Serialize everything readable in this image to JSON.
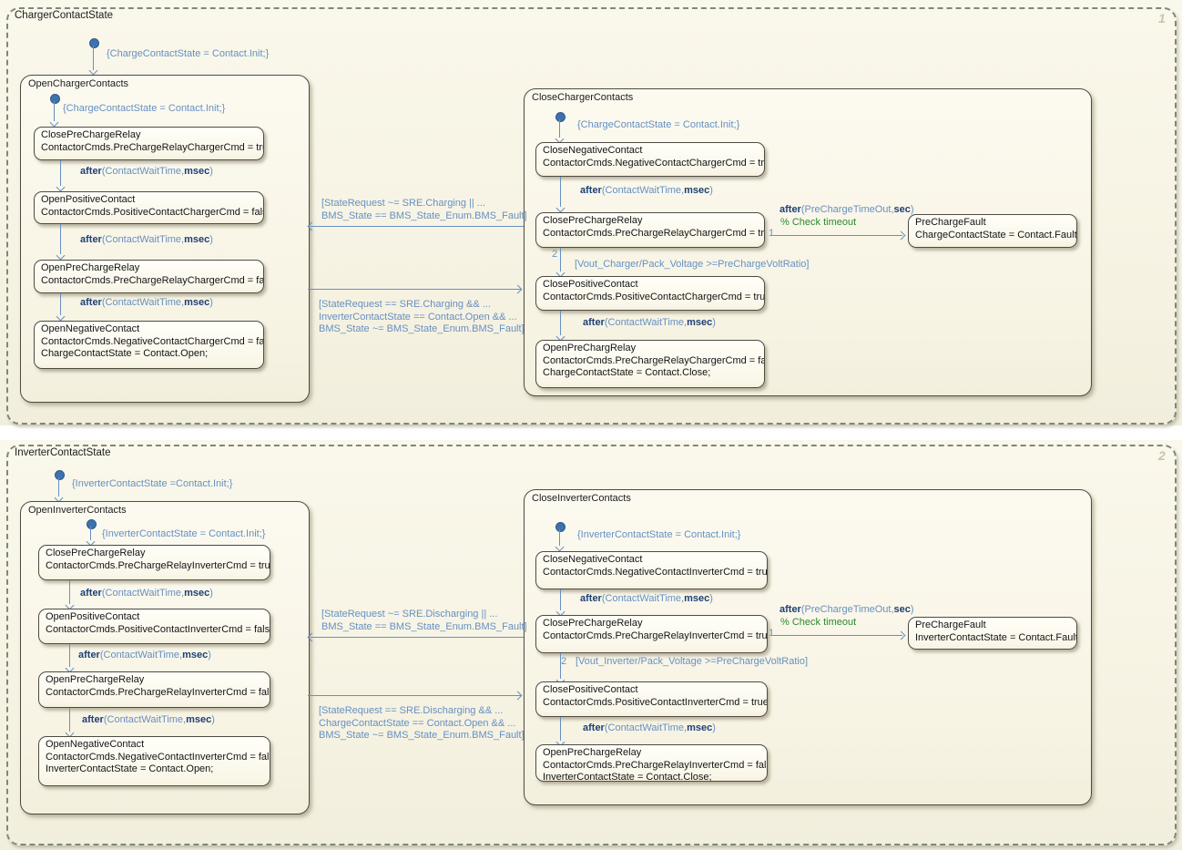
{
  "shared": {
    "after_wait": [
      "after",
      "(ContactWaitTime,",
      "msec",
      ")"
    ],
    "after_timeout": [
      "after",
      "(PreChargeTimeOut,",
      "sec",
      ")"
    ],
    "timeout_comment": "% Check timeout"
  },
  "charger": {
    "label": "ChargerContactState",
    "badge": "1",
    "init": "{ChargeContactState = Contact.Init;}",
    "open": {
      "label": "OpenChargerContacts",
      "init": "{ChargeContactState = Contact.Init;}",
      "states": [
        {
          "title": "ClosePreChargeRelay",
          "l1": "ContactorCmds.PreChargeRelayChargerCmd = true;"
        },
        {
          "title": "OpenPositiveContact",
          "l1": "ContactorCmds.PositiveContactChargerCmd = false;"
        },
        {
          "title": "OpenPreChargeRelay",
          "l1": "ContactorCmds.PreChargeRelayChargerCmd = false;"
        },
        {
          "title": "OpenNegativeContact",
          "l1": "ContactorCmds.NegativeContactChargerCmd = false;",
          "l2": "ChargeContactState = Contact.Open;"
        }
      ]
    },
    "close": {
      "label": "CloseChargerContacts",
      "init": "{ChargeContactState = Contact.Init;}",
      "states": [
        {
          "title": "CloseNegativeContact",
          "l1": "ContactorCmds.NegativeContactChargerCmd = true;"
        },
        {
          "title": "ClosePreChargeRelay",
          "l1": "ContactorCmds.PreChargeRelayChargerCmd = true;"
        },
        {
          "title": "ClosePositiveContact",
          "l1": "ContactorCmds.PositiveContactChargerCmd = true;"
        },
        {
          "title": "OpenPreChargRelay",
          "l1": "ContactorCmds.PreChargeRelayChargerCmd = false;",
          "l2": "ChargeContactState = Contact.Close;"
        }
      ],
      "order_fault": "1",
      "order_volt": "2",
      "volt_guard": "[Vout_Charger/Pack_Voltage >=PreChargeVoltRatio]"
    },
    "fault_state": {
      "title": "PreChargeFault",
      "l1": "ChargeContactState = Contact.Fault;"
    },
    "guard_to_open": [
      "[StateRequest ~= SRE.Charging || ...",
      "BMS_State == BMS_State_Enum.BMS_Fault]"
    ],
    "guard_to_close": [
      "[StateRequest == SRE.Charging && ...",
      "InverterContactState == Contact.Open && ...",
      "BMS_State ~= BMS_State_Enum.BMS_Fault]"
    ]
  },
  "inverter": {
    "label": "InverterContactState",
    "badge": "2",
    "init": "{InverterContactState =Contact.Init;}",
    "open": {
      "label": "OpenInverterContacts",
      "init": "{InverterContactState = Contact.Init;}",
      "states": [
        {
          "title": "ClosePreChargeRelay",
          "l1": "ContactorCmds.PreChargeRelayInverterCmd = true;"
        },
        {
          "title": "OpenPositiveContact",
          "l1": "ContactorCmds.PositiveContactInverterCmd = false;"
        },
        {
          "title": "OpenPreChargeRelay",
          "l1": "ContactorCmds.PreChargeRelayInverterCmd = false;"
        },
        {
          "title": "OpenNegativeContact",
          "l1": "ContactorCmds.NegativeContactInverterCmd = false;",
          "l2": "InverterContactState = Contact.Open;"
        }
      ]
    },
    "close": {
      "label": "CloseInverterContacts",
      "init": "{InverterContactState = Contact.Init;}",
      "states": [
        {
          "title": "CloseNegativeContact",
          "l1": "ContactorCmds.NegativeContactInverterCmd = true;"
        },
        {
          "title": "ClosePreChargeRelay",
          "l1": "ContactorCmds.PreChargeRelayInverterCmd = true;"
        },
        {
          "title": "ClosePositiveContact",
          "l1": "ContactorCmds.PositiveContactInverterCmd = true;"
        },
        {
          "title": "OpenPreChargeRelay",
          "l1": "ContactorCmds.PreChargeRelayInverterCmd = false;",
          "l2": "InverterContactState = Contact.Close;"
        }
      ],
      "order_fault": "1",
      "order_volt": "2",
      "volt_guard": "[Vout_Inverter/Pack_Voltage >=PreChargeVoltRatio]"
    },
    "fault_state": {
      "title": "PreChargeFault",
      "l1": "InverterContactState = Contact.Fault;"
    },
    "guard_to_open": [
      "[StateRequest ~= SRE.Discharging || ...",
      "BMS_State == BMS_State_Enum.BMS_Fault]"
    ],
    "guard_to_close": [
      "[StateRequest == SRE.Discharging && ...",
      "ChargeContactState == Contact.Open && ...",
      "BMS_State ~= BMS_State_Enum.BMS_Fault]"
    ]
  }
}
